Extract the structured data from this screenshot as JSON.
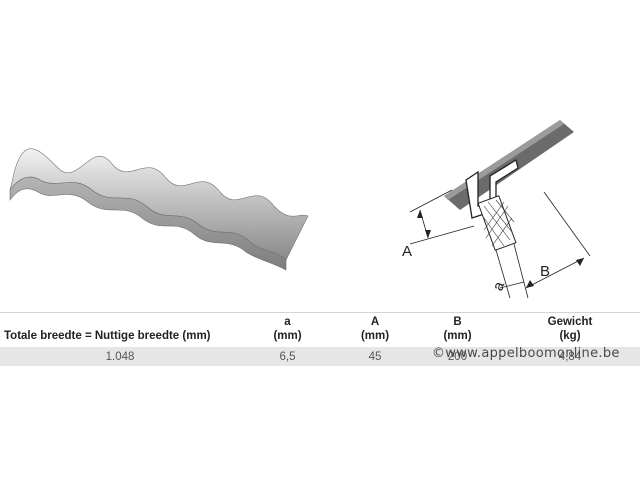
{
  "table": {
    "headers": [
      {
        "line1": "Totale breedte = Nuttige breedte (mm)",
        "line2": ""
      },
      {
        "line1": "a",
        "line2": "(mm)"
      },
      {
        "line1": "A",
        "line2": "(mm)"
      },
      {
        "line1": "B",
        "line2": "(mm)"
      },
      {
        "line1": "Gewicht",
        "line2": "(kg)"
      }
    ],
    "row": [
      "1.048",
      "6,5",
      "45",
      "200",
      "4,84"
    ]
  },
  "diagram": {
    "label_A": "A",
    "label_a": "a",
    "label_B": "B"
  },
  "watermark": "©www.appelboomonline.be"
}
